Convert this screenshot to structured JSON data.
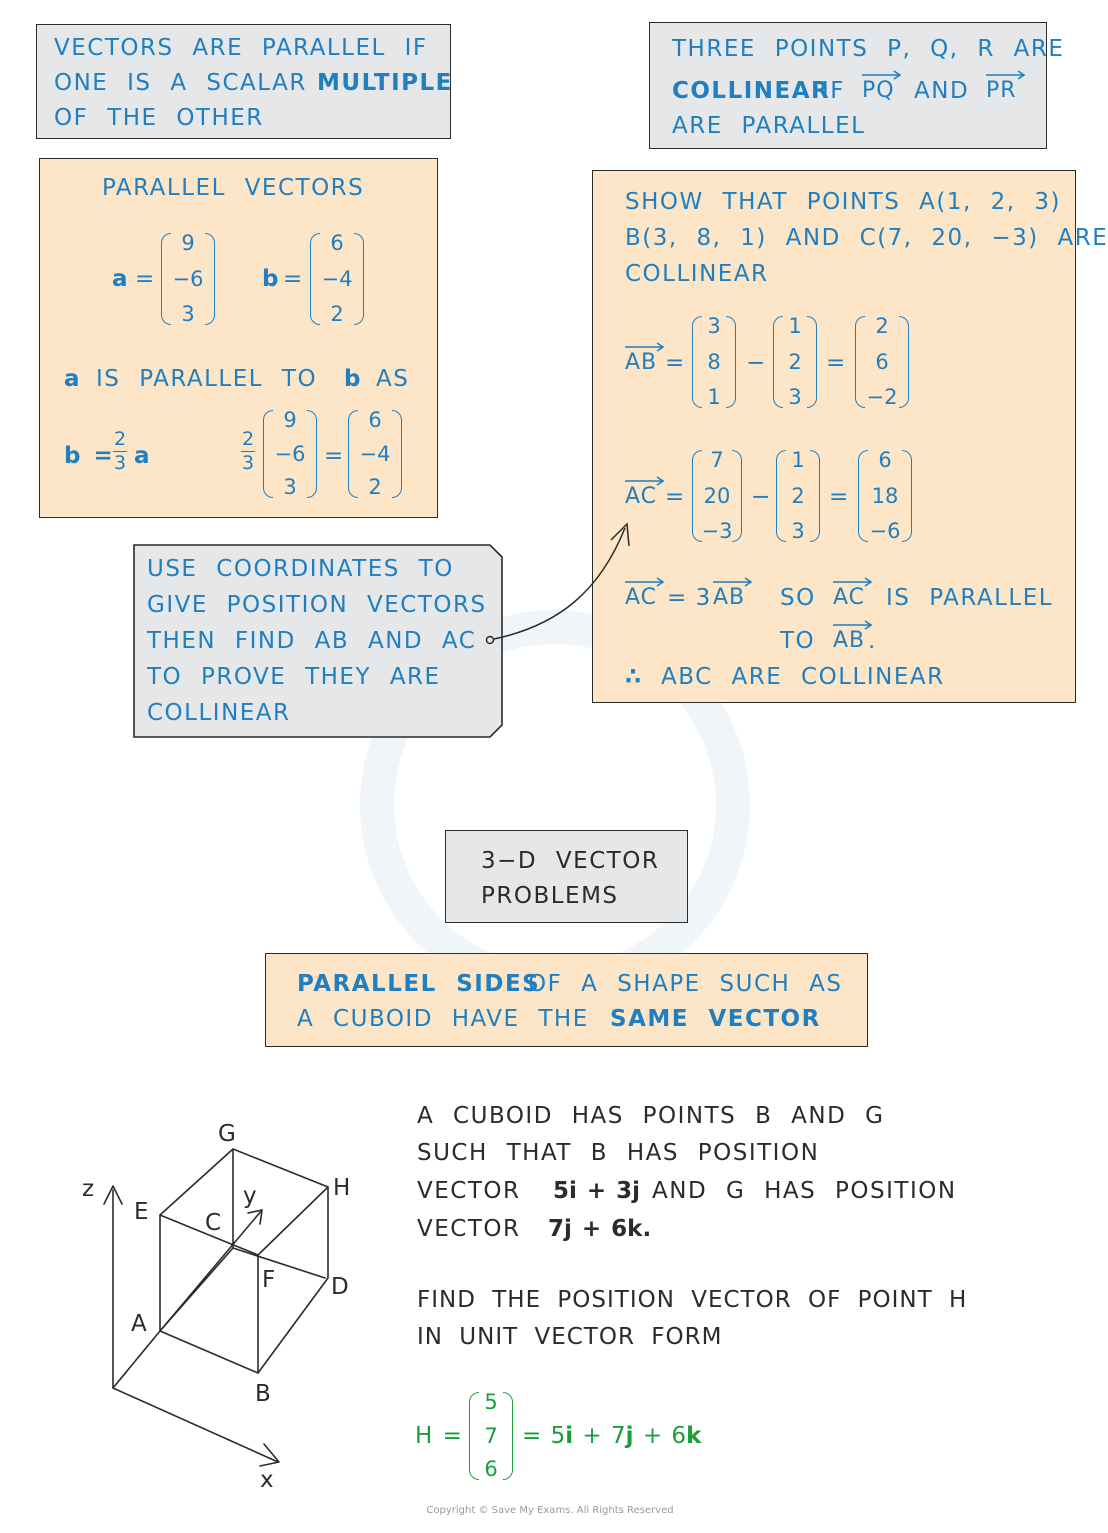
{
  "box1": {
    "lines": [
      "VECTORS ARE PARALLEL IF",
      "ONE IS A SCALAR",
      "MULTIPLE",
      "OF THE OTHER"
    ]
  },
  "box2": {
    "line1": "THREE POINTS P, Q, R ARE",
    "bold": "COLLINEAR",
    "if": "IF",
    "pq": "PQ",
    "and": "AND",
    "pr": "PR",
    "line3": "ARE PARALLEL"
  },
  "parallel": {
    "title": "PARALLEL VECTORS",
    "a_label": "a",
    "eq": "=",
    "b_label": "b",
    "a": [
      "9",
      "−6",
      "3"
    ],
    "b": [
      "6",
      "−4",
      "2"
    ],
    "statement": [
      "a",
      "IS PARALLEL TO",
      "b",
      "AS"
    ],
    "frac_num": "2",
    "frac_den": "3",
    "b_eq_a": [
      "b =",
      "a"
    ],
    "lhs": [
      "9",
      "−6",
      "3"
    ],
    "rhs": [
      "6",
      "−4",
      "2"
    ]
  },
  "show": {
    "lines": [
      "SHOW THAT POINTS A(1, 2, 3)",
      "B(3, 8, 1) AND C(7, 20, −3) ARE",
      "COLLINEAR"
    ],
    "AB": "AB",
    "AC": "AC",
    "minus": "−",
    "ab1": [
      "3",
      "8",
      "1"
    ],
    "ab2": [
      "1",
      "2",
      "3"
    ],
    "ab3": [
      "2",
      "6",
      "−2"
    ],
    "ac1": [
      "7",
      "20",
      "−3"
    ],
    "ac2": [
      "1",
      "2",
      "3"
    ],
    "ac3": [
      "6",
      "18",
      "−6"
    ],
    "concl": [
      "= 3",
      "SO",
      "IS PARALLEL",
      "TO",
      "."
    ],
    "therefore": "∴",
    "final": "ABC ARE COLLINEAR"
  },
  "hint": {
    "lines": [
      "USE COORDINATES TO",
      "GIVE POSITION VECTORS",
      "THEN FIND AB AND AC",
      "TO PROVE THEY ARE",
      "COLLINEAR"
    ]
  },
  "heading3d": {
    "lines": [
      "3−D VECTOR",
      "PROBLEMS"
    ]
  },
  "sides": {
    "b1": "PARALLEL SIDES",
    "t1": "OF A SHAPE SUCH AS",
    "t2": "A CUBOID HAVE THE",
    "b2": "SAME VECTOR"
  },
  "problem": {
    "lines": [
      "A CUBOID HAS POINTS B AND G",
      "SUCH THAT B HAS POSITION",
      "VECTOR",
      "5i + 3j",
      "AND G HAS POSITION",
      "VECTOR",
      "7j + 6k."
    ],
    "find": [
      "FIND THE POSITION VECTOR OF POINT H",
      "IN UNIT VECTOR FORM"
    ]
  },
  "answer": {
    "h": "H =",
    "m": [
      "5",
      "7",
      "6"
    ],
    "eq": "= 5",
    "i": "i",
    "p1": " + 7",
    "j": "j",
    "p2": " + 6",
    "k": "k"
  },
  "cube": {
    "labels": {
      "G": "G",
      "H": "H",
      "E": "E",
      "C": "C",
      "F": "F",
      "D": "D",
      "A": "A",
      "B": "B",
      "x": "x",
      "y": "y",
      "z": "z"
    }
  },
  "footer": "Copyright © Save My Exams. All Rights Reserved",
  "colors": {
    "blue": "#1f7fc1",
    "ink": "#2b2b2b",
    "green": "#1a9e3c",
    "grey": "#e6e7e8",
    "peach": "#fde6c8"
  }
}
